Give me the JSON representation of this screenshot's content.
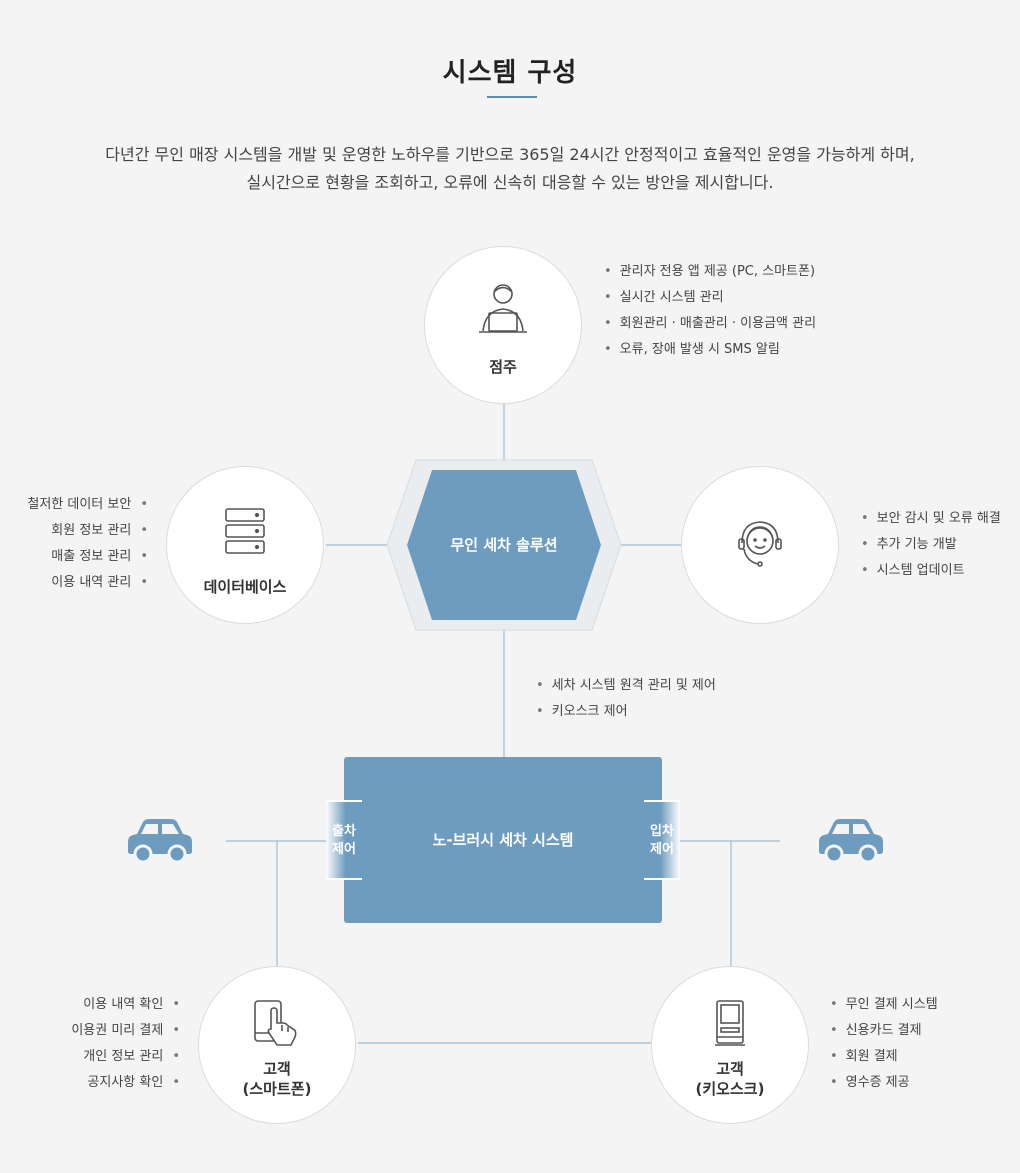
{
  "header": {
    "title": "시스템 구성",
    "intro_line1": "다년간 무인 매장 시스템을 개발 및 운영한 노하우를 기반으로 365일 24시간 안정적이고 효율적인 운영을 가능하게 하며,",
    "intro_line2": "실시간으로 현황을 조회하고, 오류에 신속히 대응할 수 있는 방안을 제시합니다."
  },
  "owner": {
    "label": "점주",
    "icon": "user-laptop-icon",
    "features": [
      "관리자 전용 앱 제공 (PC, 스마트폰)",
      "실시간 시스템 관리",
      "회원관리 · 매출관리 · 이용금액 관리",
      "오류, 장애 발생 시 SMS 알림"
    ]
  },
  "database": {
    "label": "데이터베이스",
    "icon": "database-server-icon",
    "features": [
      "철저한 데이터 보안",
      "회원 정보 관리",
      "매출 정보 관리",
      "이용 내역 관리"
    ]
  },
  "support": {
    "icon": "headset-support-icon",
    "features": [
      "보안 감시 및 오류 해결",
      "추가 기능 개발",
      "시스템 업데이트"
    ]
  },
  "solution": {
    "label": "무인 세차 솔루션"
  },
  "remote_features": [
    "세차 시스템 원격 관리 및 제어",
    "키오스크 제어"
  ],
  "wash_system": {
    "label": "노-브러시 세차 시스템",
    "exit_line1": "출차",
    "exit_line2": "제어",
    "entry_line1": "입차",
    "entry_line2": "제어"
  },
  "cars": {
    "left_icon": "car-icon",
    "right_icon": "car-icon"
  },
  "customer_phone": {
    "label_line1": "고객",
    "label_line2": "(스마트폰)",
    "icon": "smartphone-touch-icon",
    "features": [
      "이용 내역 확인",
      "이용권 미리 결제",
      "개인 정보 관리",
      "공지사항 확인"
    ]
  },
  "customer_kiosk": {
    "label_line1": "고객",
    "label_line2": "(키오스크)",
    "icon": "kiosk-icon",
    "features": [
      "무인 결제 시스템",
      "신용카드 결제",
      "회원 결제",
      "영수증 제공"
    ]
  },
  "colors": {
    "accent": "#6e9cbe",
    "line": "#9fbcd2",
    "background": "#f4f4f4"
  }
}
